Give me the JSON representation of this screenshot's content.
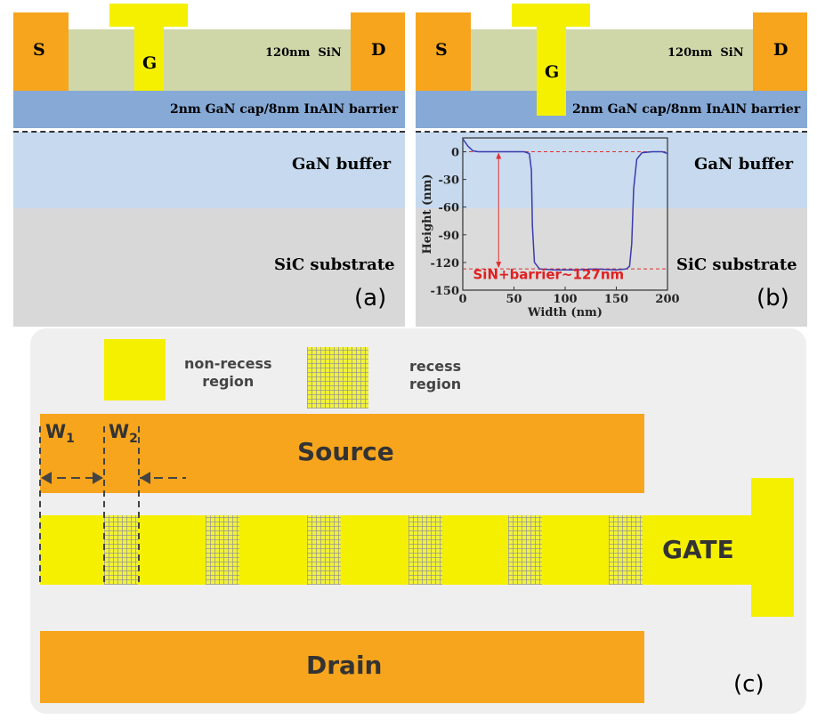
{
  "panel_a": {
    "source_label": "S",
    "gate_label": "G",
    "drain_label": "D",
    "sin_label": "120nm  SiN",
    "barrier_label": "2nm GaN cap/8nm InAlN barrier",
    "buffer_label": "GaN buffer",
    "substrate_label": "SiC substrate",
    "panel_label": "(a)"
  },
  "panel_b": {
    "source_label": "S",
    "gate_label": "G",
    "drain_label": "D",
    "sin_label": "120nm  SiN",
    "barrier_label": "2nm GaN cap/8nm InAlN barrier",
    "buffer_label": "GaN buffer",
    "substrate_label": "SiC substrate",
    "panel_label": "(b)"
  },
  "chart_data": {
    "type": "line",
    "xlabel": "Width (nm)",
    "ylabel": "Height (nm)",
    "xlim": [
      0,
      200
    ],
    "ylim": [
      -150,
      15
    ],
    "x_ticks": [
      0,
      50,
      100,
      150,
      200
    ],
    "y_ticks": [
      0,
      -30,
      -60,
      -90,
      -120,
      -150
    ],
    "annotation": "SiN+barrier~127nm",
    "reference_lines": [
      0,
      -127
    ],
    "series": [
      {
        "color": "#3a3ab0",
        "x": [
          0,
          5,
          10,
          15,
          30,
          50,
          60,
          65,
          67,
          68,
          70,
          75,
          90,
          110,
          130,
          150,
          160,
          163,
          165,
          167,
          170,
          175,
          185,
          195,
          200
        ],
        "y": [
          14,
          6,
          1,
          0,
          0,
          0,
          0,
          -2,
          -20,
          -80,
          -120,
          -127,
          -128,
          -128,
          -127,
          -128,
          -127,
          -124,
          -100,
          -40,
          -8,
          -1,
          0,
          0,
          -2
        ]
      }
    ]
  },
  "panel_c": {
    "legend_nonrecess": "non-recess\nregion",
    "legend_recess": "recess\nregion",
    "w1_label": "W",
    "w1_sub": "1",
    "w2_label": "W",
    "w2_sub": "2",
    "source_label": "Source",
    "gate_label": "GATE",
    "drain_label": "Drain",
    "panel_label": "(c)"
  }
}
